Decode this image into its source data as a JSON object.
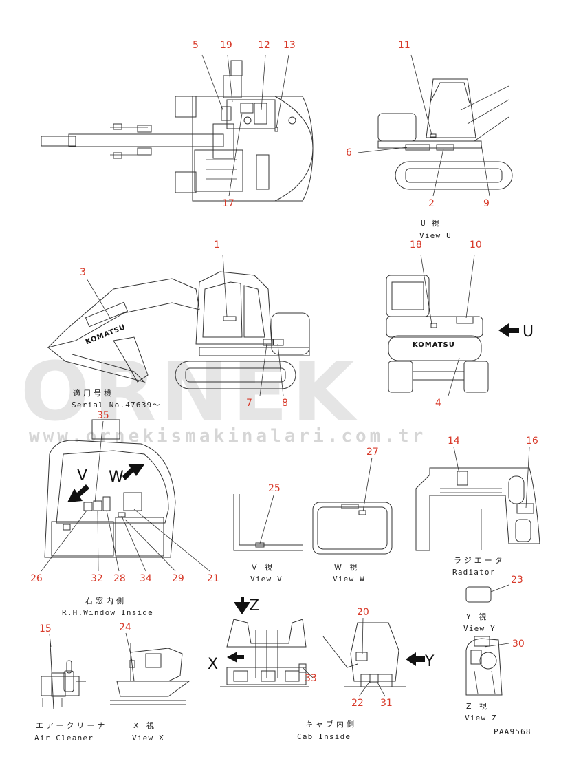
{
  "watermark": {
    "brand": "ORNEK",
    "url": "www.ornekismakinalari.com.tr"
  },
  "brand_label": "KOMATSU",
  "views": {
    "view_u_jp": "U 視",
    "view_u": "View U",
    "serial_jp": "適用号機",
    "serial": "Serial No.47639～",
    "rh_window_jp": "右窓内側",
    "rh_window": "R.H.Window Inside",
    "view_v_jp": "V 視",
    "view_v": "View V",
    "view_w_jp": "W 視",
    "view_w": "View W",
    "radiator_jp": "ラジエータ",
    "radiator": "Radiator",
    "view_y_jp": "Y 視",
    "view_y": "View Y",
    "air_cleaner_jp": "エアークリーナ",
    "air_cleaner": "Air Cleaner",
    "view_x_jp": "X 視",
    "view_x": "View X",
    "cab_inside_jp": "キャブ内側",
    "cab_inside": "Cab Inside",
    "view_z_jp": "Z 視",
    "view_z": "View Z",
    "drawing_code": "PAA9568"
  },
  "arrows": {
    "u": "U",
    "v": "V",
    "w": "W",
    "x": "X",
    "y": "Y",
    "z": "Z"
  },
  "callouts": {
    "n1": "1",
    "n2": "2",
    "n3": "3",
    "n4": "4",
    "n5": "5",
    "n6": "6",
    "n7": "7",
    "n8": "8",
    "n9": "9",
    "n10": "10",
    "n11": "11",
    "n12": "12",
    "n13": "13",
    "n14": "14",
    "n15": "15",
    "n16": "16",
    "n17": "17",
    "n18": "18",
    "n19": "19",
    "n20": "20",
    "n21": "21",
    "n22": "22",
    "n23": "23",
    "n24": "24",
    "n25": "25",
    "n26": "26",
    "n27": "27",
    "n28": "28",
    "n29": "29",
    "n30": "30",
    "n31": "31",
    "n32": "32",
    "n33": "33",
    "n34": "34",
    "n35": "35"
  }
}
